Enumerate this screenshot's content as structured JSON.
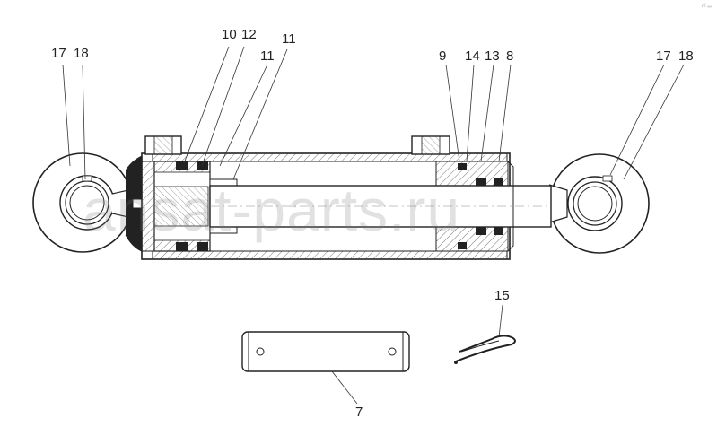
{
  "corner_mark": "㎡ ᵥᵥᵥ",
  "watermark": "ansat-parts.ru",
  "callouts": {
    "left_17": "17",
    "left_18": "18",
    "c10": "10",
    "c12": "12",
    "c11a": "11",
    "c11b": "11",
    "c9": "9",
    "c14": "14",
    "c13": "13",
    "c8": "8",
    "right_17": "17",
    "right_18": "18",
    "c15": "15",
    "c7": "7"
  }
}
